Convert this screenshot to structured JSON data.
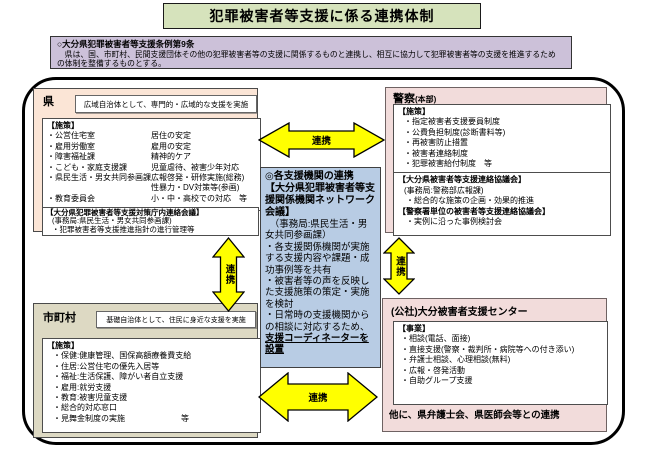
{
  "title": "犯罪被害者等支援に係る連携体制",
  "ordinance": {
    "heading": "○大分県犯罪被害者等支援条例第9条",
    "line1": "　県は、国、市町村、民間支援団体その他の犯罪被害者等の支援に関係するものと連携し、相互に協力して犯罪被害者等の支援を推進するため",
    "line2": "の体制を整備するものとする。"
  },
  "prefecture": {
    "name": "県",
    "role": "広域自治体として、専門的・広域的な支援を実施",
    "measures_heading": "【施策】",
    "measures": [
      {
        "dept": "・公営住宅室",
        "content": "居住の安定"
      },
      {
        "dept": "・雇用労働室",
        "content": "雇用の安定"
      },
      {
        "dept": "・障害福祉課",
        "content": "精神的ケア"
      },
      {
        "dept": "・こども・家庭支援課",
        "content": "児童虐待、被害少年対応"
      },
      {
        "dept": "・県民生活・男女共同参画課",
        "content": "広報啓発・研修実施(総務)"
      },
      {
        "dept": "",
        "content": "性暴力・DV対策等(参画)"
      },
      {
        "dept": "・教育委員会",
        "content": "小・中・高校での対応　等"
      }
    ],
    "council_heading": "【大分県犯罪被害者等支援対策庁内連絡会議】",
    "council_line1": "(事務局:県民生活・男女共同参画課)",
    "council_line2": "・犯罪被害者等支援推進指針の進行管理等"
  },
  "municipality": {
    "name": "市町村",
    "role": "基礎自治体として、住民に身近な支援を実施",
    "measures_heading": "【施策】",
    "measures": [
      "・保健:健康管理、国保高額療養費支給",
      "・住居:公営住宅の優先入居等",
      "・福祉:生活保護、障がい者自立支援",
      "・雇用:就労支援",
      "・教育:被害児童支援",
      "・総合的対応窓口",
      "・見舞金制度の実施　　　　　　　等"
    ]
  },
  "police": {
    "name": "警察",
    "name_suffix": "(本部)",
    "measures_heading": "【施策】",
    "measures": [
      "・指定被害者支援要員制度",
      "・公費負担制度(診断書料等)",
      "・再被害防止措置",
      "・被害者連絡制度",
      "・犯罪被害給付制度　等"
    ],
    "council1_heading": "【大分県被害者等支援連絡協議会】",
    "council1_line1": "(事務局:警務部広報課)",
    "council1_line2": "・総合的な施策の企画・効果的推進",
    "council2_heading": "【警察署単位の被害者等支援連絡協議会】",
    "council2_line1": "・実例に沿った事例検討会"
  },
  "support_center": {
    "name": "(公社)大分被害者支援センター",
    "projects_heading": "【事業】",
    "projects": [
      "・相談(電話、面接)",
      "・直接支援(警察・裁判所・病院等への付き添い)",
      "・弁護士相談、心理相談(無料)",
      "・広報・啓発活動",
      "・自助グループ支援"
    ],
    "note": "他に、県弁護士会、県医師会等との連携"
  },
  "network": {
    "heading": "◎各支援機関の連携",
    "council_heading": "【大分県犯罪被害者等支援関係機関ネットワーク会議】",
    "secretariat": "　（事務局:県民生活・男女共同参画課）",
    "item1": "・各支援関係機関が実施する支援内容や課題・成功事例等を共有",
    "item2": "・被害者等の声を反映した支援施策の策定・実施を検討",
    "item3_text": "・日常時の支援機関からの相談に対応するため、",
    "item3_underline": "支援コーディネーターを設置"
  },
  "connectors": {
    "top_label": "連携",
    "bottom_label": "連携",
    "left_label": "連携",
    "right_label": "連携"
  },
  "colors": {
    "title_bg": "#D6E3BC",
    "ordinance_bg": "#CCC1D9",
    "prefecture_bg": "#FBE5D6",
    "municipality_bg": "#DDD9C3",
    "police_bg": "#F2DCDB",
    "support_center_bg": "#F2DCDB",
    "network_bg": "#B8CCE4",
    "arrow_fill": "#FFFF00"
  }
}
